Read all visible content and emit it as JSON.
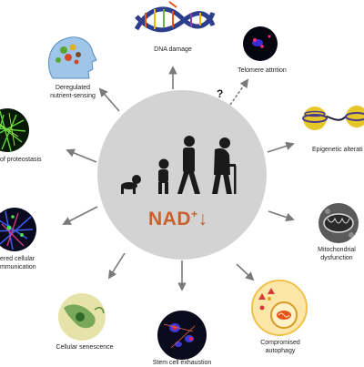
{
  "center": {
    "nad_text": "NAD",
    "nad_superscript": "+",
    "nad_arrow": "↓",
    "nad_color": "#c8612a",
    "circle_color": "#d3d3d3"
  },
  "question_mark": "?",
  "hallmarks": {
    "dna_damage": {
      "lines": [
        "DNA damage"
      ]
    },
    "telomere_attrition": {
      "lines": [
        "Telomere attrition"
      ]
    },
    "deregulated_nutrient_sensing": {
      "lines": [
        "Deregulated",
        "nutrient-sensing"
      ]
    },
    "loss_of_proteostasis": {
      "lines": [
        "of proteostasis"
      ]
    },
    "epigenetic_alteration": {
      "lines": [
        "Epigenetic alterati"
      ]
    },
    "altered_cellular_communication": {
      "lines": [
        "ered cellular",
        "mmunication"
      ]
    },
    "mitochondrial_dysfunction": {
      "lines": [
        "Mitochondrial",
        "dysfunction"
      ]
    },
    "cellular_senescence": {
      "lines": [
        "Cellular senescence"
      ]
    },
    "compromised_autophagy": {
      "lines": [
        "Compromised",
        "autophagy"
      ]
    },
    "stem_cell_exhaustion": {
      "lines": [
        "Stem cell exhaustion"
      ]
    }
  },
  "icons": {
    "center": "human-evolution-aging-icon",
    "dna": "dna-helix-icon",
    "telomere": "telomere-fluorescence-icon",
    "nutrient": "head-brain-icon",
    "proteostasis": "green-fibers-micrograph-icon",
    "epigenetic": "chromatin-beads-icon",
    "communication": "cell-network-micrograph-icon",
    "mitochondria": "mitochondrion-em-icon",
    "senescence": "senescent-cell-micrograph-icon",
    "autophagy": "autophagosome-icon",
    "stem_cell": "stem-cell-micrograph-icon"
  }
}
